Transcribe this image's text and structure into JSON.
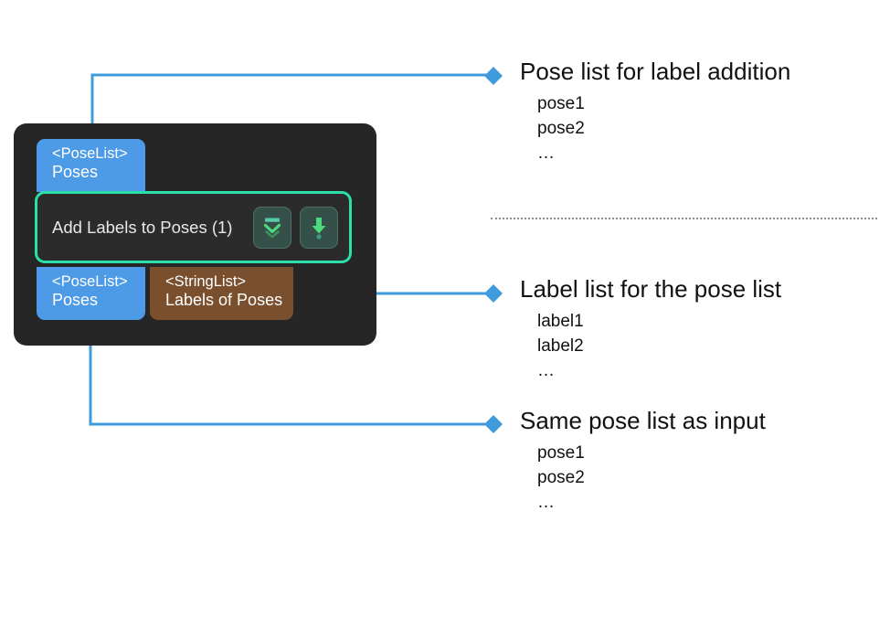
{
  "node": {
    "title": "Add Labels to Poses (1)",
    "input_port": {
      "type": "<PoseList>",
      "name": "Poses"
    },
    "output_port_left": {
      "type": "<PoseList>",
      "name": "Poses"
    },
    "output_port_right": {
      "type": "<StringList>",
      "name": "Labels of Poses"
    },
    "icons": [
      "collapse-all-icon",
      "download-arrow-icon"
    ]
  },
  "callouts": [
    {
      "title": "Pose list for label addition",
      "items": [
        "pose1",
        "pose2",
        "…"
      ]
    },
    {
      "title": "Label list for the pose list",
      "items": [
        "label1",
        "label2",
        "…"
      ]
    },
    {
      "title": "Same pose list as input",
      "items": [
        "pose1",
        "pose2",
        "…"
      ]
    }
  ],
  "colors": {
    "panel_background": "#262626",
    "port_blue": "#4d9be6",
    "port_brown": "#7a4f2d",
    "node_border_green": "#2ae0a8",
    "connector_blue": "#3f9bdc",
    "icon_green": "#4fd97f",
    "divider_gray": "#8c8c8c",
    "page_background": "#ffffff"
  }
}
